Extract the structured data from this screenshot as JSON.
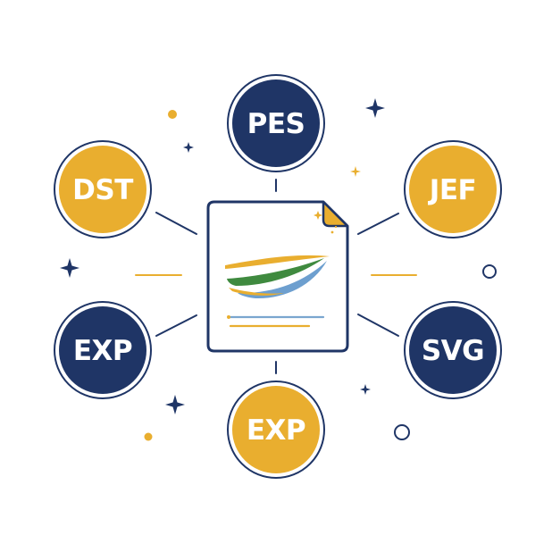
{
  "colors": {
    "navy": "#1f3566",
    "gold": "#e9ae2f",
    "green": "#3f8a3f",
    "light_blue": "#6d9fcf",
    "page_fill": "#ffffff",
    "outline": "#1f3566"
  },
  "center_document": {
    "icon": "embroidery-file-document-icon"
  },
  "formats": [
    {
      "id": "pes",
      "label": "PES",
      "color": "navy"
    },
    {
      "id": "jef",
      "label": "JEF",
      "color": "gold"
    },
    {
      "id": "svg",
      "label": "SVG",
      "color": "navy"
    },
    {
      "id": "exp-bottom",
      "label": "EXP",
      "color": "gold"
    },
    {
      "id": "exp-left",
      "label": "EXP",
      "color": "navy"
    },
    {
      "id": "dst",
      "label": "DST",
      "color": "gold"
    }
  ],
  "decorations": {
    "icons": [
      "sparkle-icon",
      "dot-icon",
      "ring-icon"
    ]
  }
}
